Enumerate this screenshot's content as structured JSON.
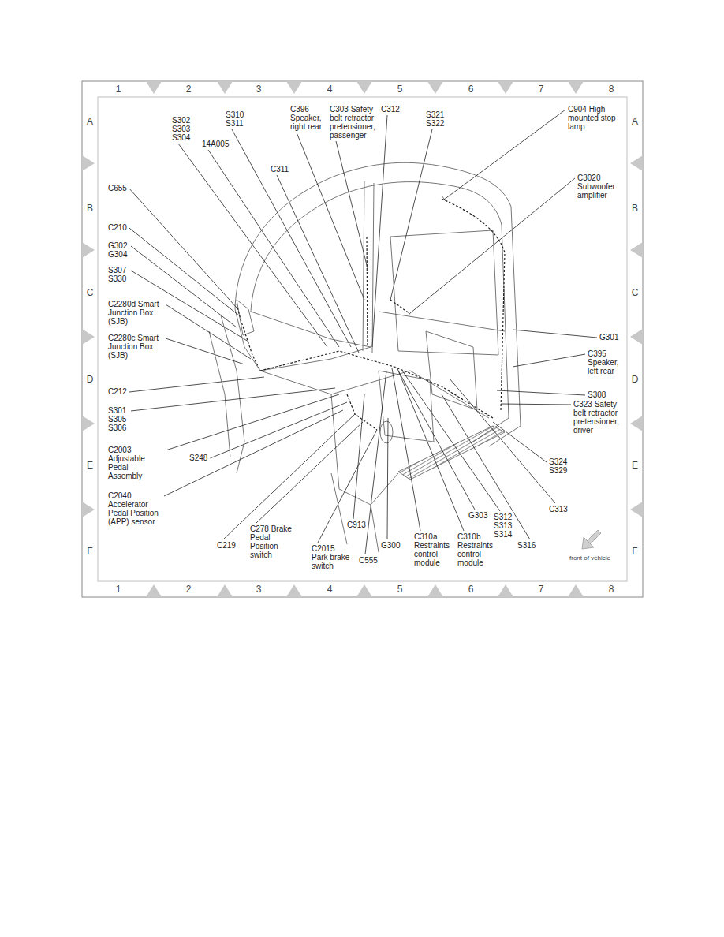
{
  "diagram": {
    "labels": [
      "1",
      "2",
      "3",
      "4",
      "5",
      "6",
      "7",
      "8",
      "A",
      "B",
      "C",
      "D",
      "E",
      "F",
      "A",
      "B",
      "C",
      "D",
      "E",
      "F",
      "1",
      "2",
      "3",
      "4",
      "5",
      "6",
      "7",
      "8",
      "S302 S303 S304",
      "S310 S311",
      "14A005",
      "C396 Speaker, right rear",
      "C303 Safety belt retractor pretensioner, passenger",
      "C312",
      "S321 S322",
      "C904 High mounted stop lamp",
      "C311",
      "C655",
      "C3020 Subwoofer amplifier",
      "C210",
      "G302 G304",
      "S307 S330",
      "C2280d Smart Junction Box (SJB)",
      "C2280c Smart Junction Box (SJB)",
      "G301",
      "C395 Speaker, left rear",
      "C212",
      "S308",
      "C323 Safety belt retractor pretensioner, driver",
      "S301 S305 S306",
      "C2003 Adjustable Pedal Assembly",
      "S248",
      "S324 S329",
      "C2040 Accelerator Pedal Position (APP) sensor",
      "C313",
      "C219",
      "C278 Brake Pedal Position switch",
      "C913",
      "C2015 Park brake switch",
      "C555",
      "G300",
      "C310a Restraints control module",
      "C310b Restraints control module",
      "G303",
      "S312 S313 S314",
      "S316",
      "front of vehicle"
    ]
  }
}
